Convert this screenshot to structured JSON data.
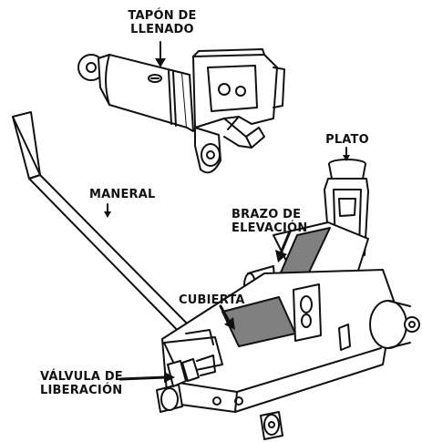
{
  "labels": {
    "fill_plug_1": "TAPÓN DE",
    "fill_plug_2": "LLENADO",
    "saddle": "PLATO",
    "handle": "MANERAL",
    "lift_arm_1": "BRAZO DE",
    "lift_arm_2": "ELEVACIÓN",
    "cover": "CUBIERTA",
    "release_valve_1": "VÁLVULA DE",
    "release_valve_2": "LIBERACIÓN"
  },
  "colors": {
    "ink": "#111111",
    "panel": "#808080",
    "background": "#ffffff"
  }
}
